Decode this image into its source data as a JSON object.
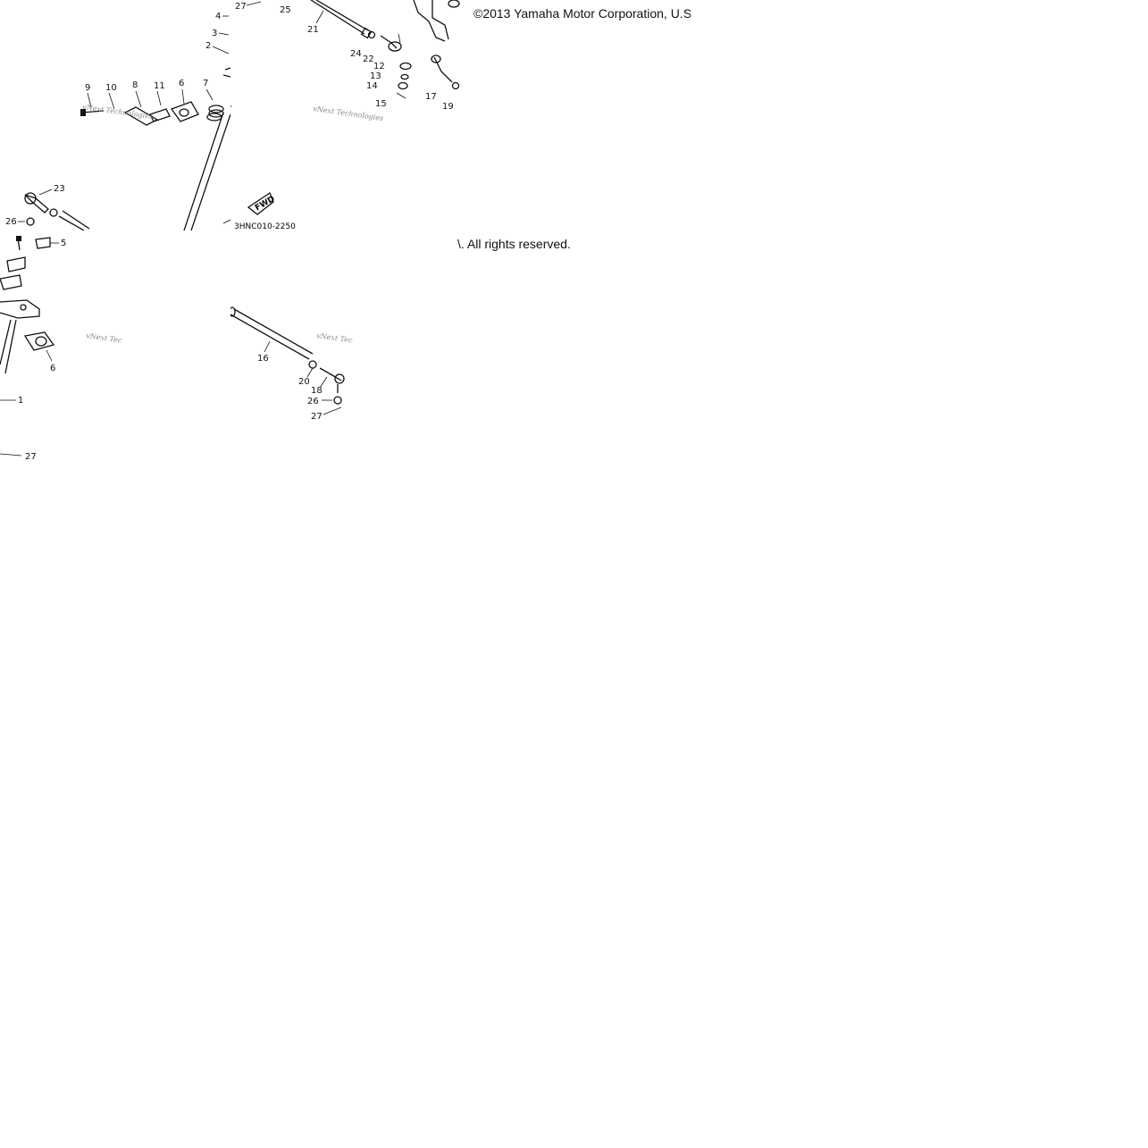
{
  "diagram": {
    "copyright": "©2013 Yamaha Motor Corporation, U.S.A",
    "rights": "\\. All rights reserved.",
    "diagram_code": "3HNC010-2250",
    "fwd_label": "FWD",
    "watermark": "vNext Technologies",
    "watermark_short": "vNext Tec",
    "callouts": {
      "c27a": "27",
      "c25": "25",
      "c4": "4",
      "c3": "3",
      "c2": "2",
      "c21": "21",
      "c24": "24",
      "c22": "22",
      "c12": "12",
      "c13": "13",
      "c14": "14",
      "c15": "15",
      "c17": "17",
      "c19": "19",
      "c9": "9",
      "c10": "10",
      "c8": "8",
      "c11": "11",
      "c6a": "6",
      "c7": "7",
      "c23": "23",
      "c26a": "26",
      "c5": "5",
      "c26b": "26",
      "c6b": "6",
      "c1": "1",
      "c27b": "27",
      "c16": "16",
      "c20": "20",
      "c18": "18",
      "c26c": "26",
      "c27c": "27"
    }
  }
}
